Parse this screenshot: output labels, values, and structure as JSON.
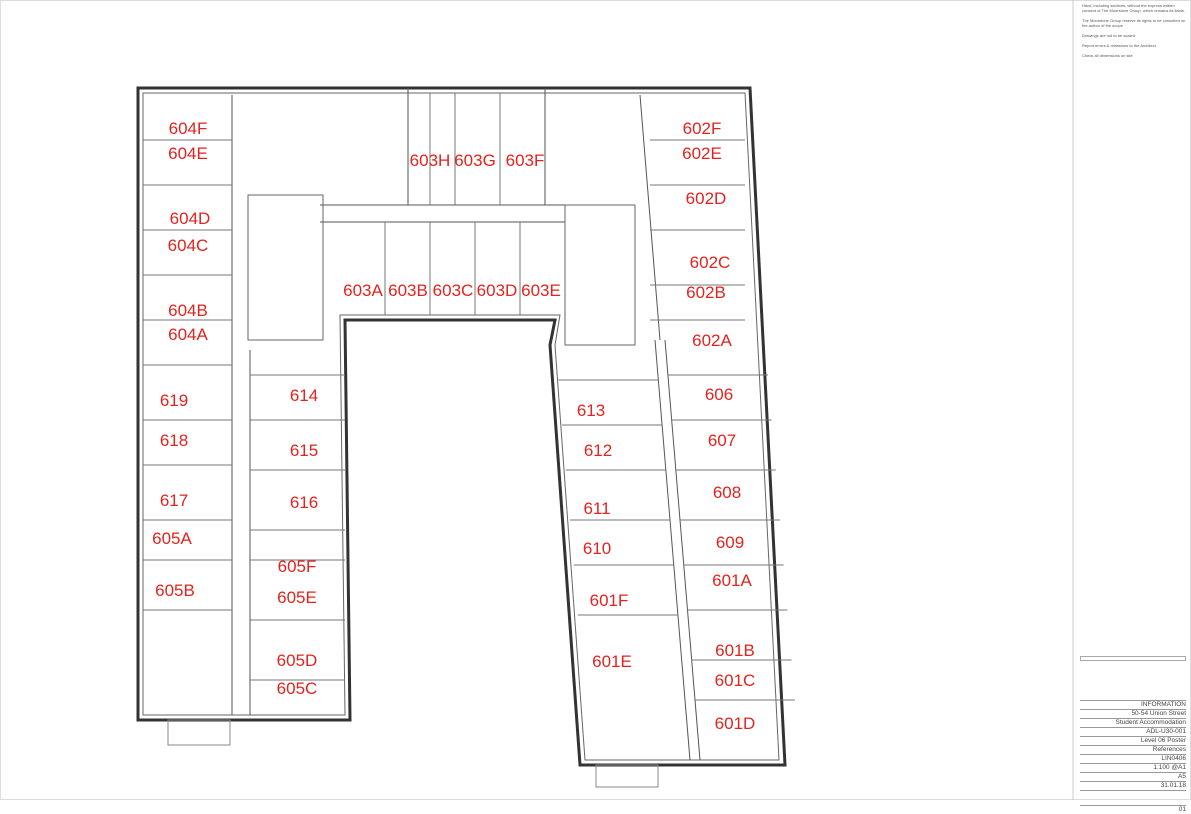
{
  "notes": [
    "Hdcd, including sections, without the express written consent of The Moorstone Group, which remains its liable.",
    "The Moorstone Group reserve its rights to be consulted on the author of the scope",
    "Drawings are not to be scaled",
    "Report errors & omissions to the Architect",
    "Check all dimensions on site"
  ],
  "title_block": {
    "status": "INFORMATION",
    "project_line1": "50-54 Union Street",
    "project_line2": "Student Accommodation",
    "drawing_no": "ADL-U30-001",
    "title_line1": "Level 06 Poster",
    "title_line2": "References",
    "ref": "LIN0406",
    "scale": "1:100 @A1",
    "size": "A5",
    "date": "31.01.18",
    "revision": "01"
  },
  "rooms": [
    "604F",
    "604E",
    "604D",
    "604C",
    "604B",
    "604A",
    "603H",
    "603G",
    "603F",
    "602F",
    "602E",
    "602D",
    "602C",
    "602B",
    "602A",
    "603A",
    "603B",
    "603C",
    "603D",
    "603E",
    "619",
    "618",
    "617",
    "605A",
    "605B",
    "614",
    "615",
    "616",
    "605F",
    "605E",
    "605D",
    "605C",
    "613",
    "612",
    "611",
    "610",
    "601F",
    "601E",
    "606",
    "607",
    "608",
    "609",
    "601A",
    "601B",
    "601C",
    "601D"
  ],
  "colors": {
    "room_label": "#e3231f",
    "wall": "#333333"
  }
}
